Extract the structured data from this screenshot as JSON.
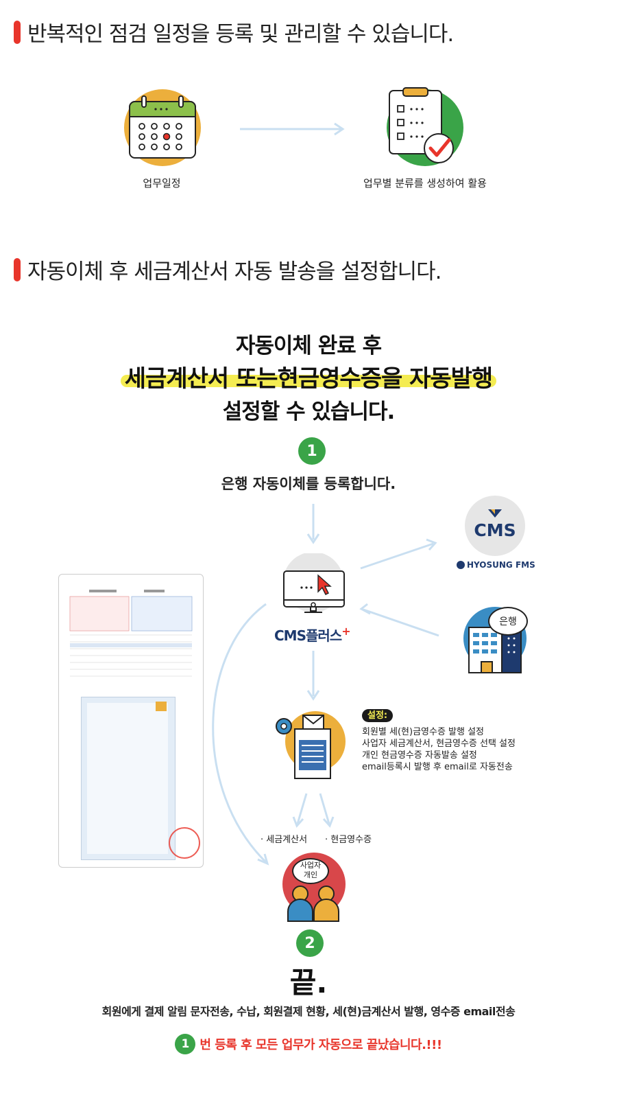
{
  "section1": {
    "title": "반복적인 점검 일정을 등록 및 관리할 수 있습니다.",
    "left_caption": "업무일정",
    "right_caption": "업무별 분류를 생성하여 활용"
  },
  "section2": {
    "title": "자동이체 후 세금계산서 자동 발송을 설정합니다."
  },
  "headline": {
    "line1": "자동이체 완료 후",
    "line2a": "세금계산서 또는 ",
    "line2b": "현금영수증을 자동발행",
    "line3": "설정할 수 있습니다."
  },
  "step1": {
    "number": "1",
    "text": "은행 자동이체를 등록합니다."
  },
  "cms_logo": {
    "text": "CMS",
    "brand": "HYOSUNG FMS"
  },
  "cms_plus": {
    "text": "CMS플러스",
    "plus": "+"
  },
  "bank": {
    "bubble": "은행"
  },
  "settings": {
    "label": "설정:",
    "lines": [
      "회원별 세(현)금영수증 발행 설정",
      "사업자 세금계산서, 현금영수증 선택 설정",
      "개인 현금영수증 자동발송 설정",
      "email등록시 발행 후 email로 자동전송"
    ]
  },
  "outputs": {
    "tax": "· 세금계산서",
    "cash": "· 현금영수증"
  },
  "people": {
    "bubble_line1": "사업자",
    "bubble_line2": "개인"
  },
  "step2": {
    "number": "2"
  },
  "end": {
    "title": "끝.",
    "desc": "회원에게 결제 알림 문자전송, 수납, 회원결제 현황, 세(현)금계산서 발행, 영수증 email전송"
  },
  "footer": {
    "number": "1",
    "text": "번 등록 후 모든 업무가 자동으로 끝났습니다.!!!"
  },
  "colors": {
    "red": "#e8352b",
    "green": "#3aa448",
    "yellow": "#f4ec52",
    "orange": "#ecaf3c",
    "blue_light": "#c9dff1",
    "navy": "#1e3a6e"
  }
}
